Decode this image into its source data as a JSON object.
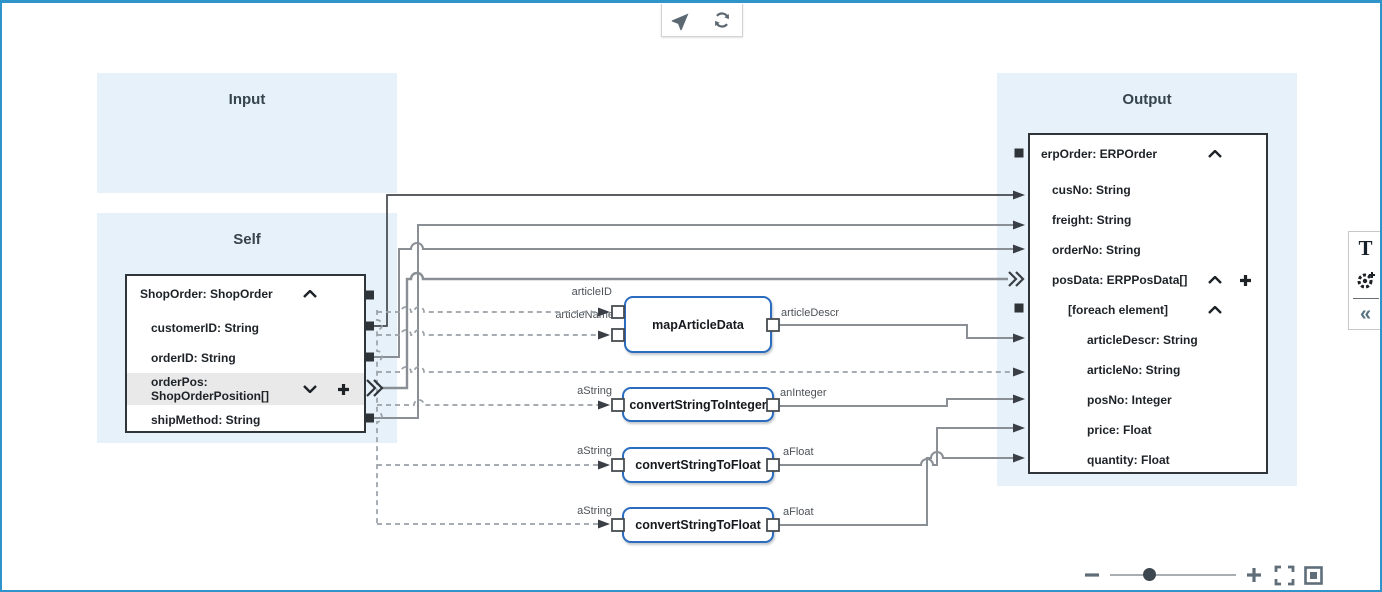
{
  "colors": {
    "frame_blue": "#2e94c9",
    "panel_blue": "#e7f1f9",
    "function_border_blue": "#2b6cbf",
    "selected_row_gray": "#e9e9e9",
    "wire_gray": "#898f94",
    "wire_dark": "#43484d"
  },
  "top_toolbar": {
    "icons": [
      "navigate-icon",
      "refresh-icon"
    ]
  },
  "panels": {
    "input": {
      "title": "Input"
    },
    "self": {
      "title": "Self"
    },
    "output": {
      "title": "Output"
    }
  },
  "self_tree": {
    "root": {
      "label": "ShopOrder: ShopOrder",
      "state": "expanded"
    },
    "rows": [
      {
        "label": "customerID: String"
      },
      {
        "label": "orderID: String"
      },
      {
        "label": "orderPos: ShopOrderPosition[]",
        "line1": "orderPos:",
        "line2": "ShopOrderPosition[]",
        "selected": true,
        "state": "collapsed",
        "has_add": true
      },
      {
        "label": "shipMethod: String"
      }
    ]
  },
  "output_tree": {
    "root": {
      "label": "erpOrder: ERPOrder",
      "state": "expanded"
    },
    "rows": [
      {
        "label": "cusNo: String"
      },
      {
        "label": "freight: String"
      },
      {
        "label": "orderNo: String"
      },
      {
        "label": "posData: ERPPosData[]",
        "state": "expanded",
        "has_add": true
      },
      {
        "label": "[foreach element]",
        "state": "expanded"
      },
      {
        "label": "articleDescr: String"
      },
      {
        "label": "articleNo: String"
      },
      {
        "label": "posNo: Integer"
      },
      {
        "label": "price: Float"
      },
      {
        "label": "quantity: Float"
      }
    ]
  },
  "functions": [
    {
      "name": "mapArticleData",
      "inputs": [
        "articleID",
        "articleName"
      ],
      "outputs": [
        "articleDescr"
      ]
    },
    {
      "name": "convertStringToInteger",
      "inputs": [
        "aString"
      ],
      "outputs": [
        "anInteger"
      ]
    },
    {
      "name": "convertStringToFloat",
      "inputs": [
        "aString"
      ],
      "outputs": [
        "aFloat"
      ]
    },
    {
      "name": "convertStringToFloat",
      "inputs": [
        "aString"
      ],
      "outputs": [
        "aFloat"
      ]
    }
  ],
  "side_toolbar": {
    "text_tool_label": "T",
    "add_function_icon": "gear-plus-icon",
    "collapse_label": "«"
  },
  "zoom_controls": {
    "icons": [
      "zoom-out-icon",
      "zoom-in-icon",
      "fullscreen-icon",
      "fit-view-icon"
    ],
    "slider_value_pct": 30
  }
}
